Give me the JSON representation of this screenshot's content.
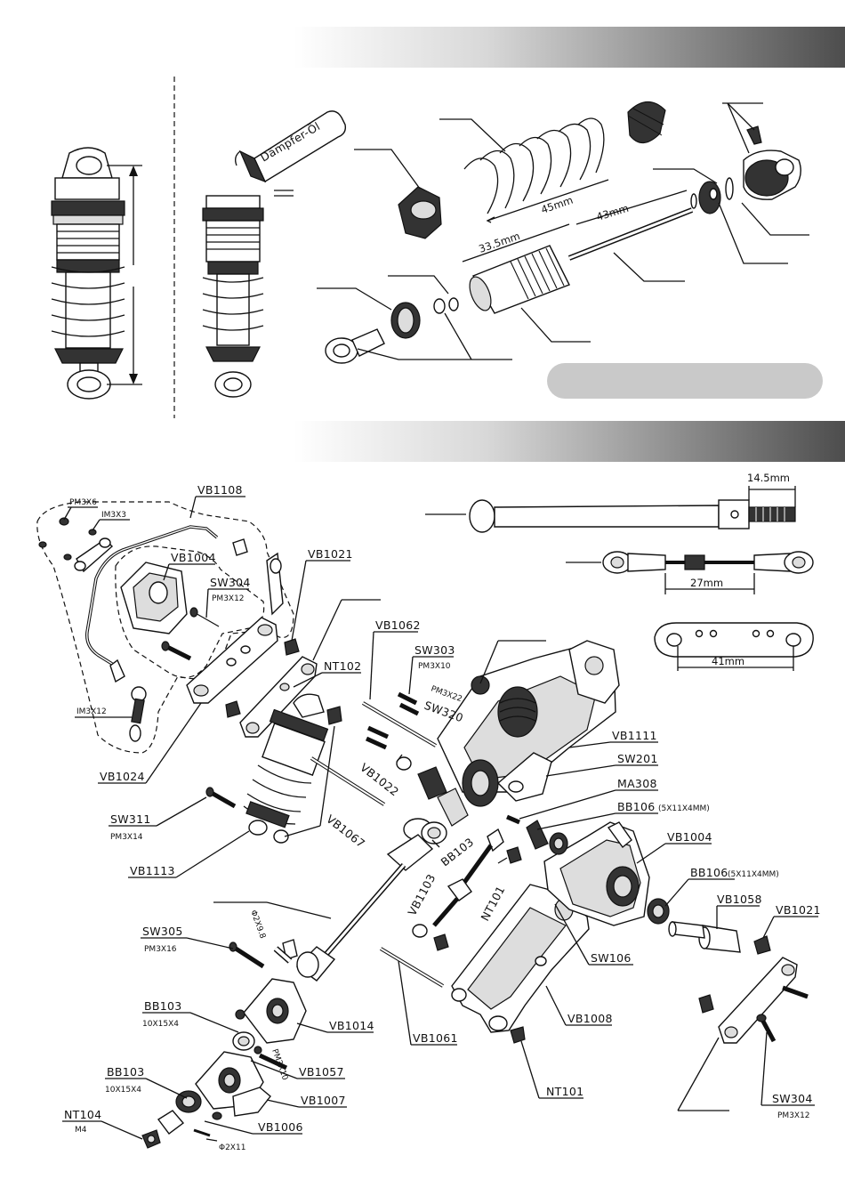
{
  "shock_section": {
    "oil_label": "Dämpfer-Öl",
    "dimensions": {
      "spring_free": "45mm",
      "shaft": "43mm",
      "body": "33.5mm"
    }
  },
  "rear_section": {
    "dimensions": {
      "driveshaft_end": "14.5mm",
      "turnbuckle": "27mm",
      "plate": "41mm"
    },
    "parts": {
      "vb1108": "VB1108",
      "pm3x6": "PM3X6",
      "im3x3": "IM3X3",
      "vb1004_left": "VB1004",
      "sw304_top": "SW304",
      "pm3x12_top": "PM3X12",
      "vb1021_top": "VB1021",
      "im3x12": "IM3X12",
      "nt102": "NT102",
      "vb1062": "VB1062",
      "sw303": "SW303",
      "pm3x10_top": "PM3X10",
      "pm3x22": "PM3X22",
      "sw320": "SW320",
      "vb1024": "VB1024",
      "vb1022": "VB1022",
      "vb1111": "VB1111",
      "sw201": "SW201",
      "ma308": "MA308",
      "bb106_top": "BB106",
      "bb106_top_size": "(5X11X4MM)",
      "sw311": "SW311",
      "pm3x14": "PM3X14",
      "vb1067": "VB1067",
      "vb1004_right": "VB1004",
      "bb103_mid": "BB103",
      "vb1113": "VB1113",
      "vb1103": "VB1103",
      "nt101_mid": "NT101",
      "bb106_bottom": "BB106",
      "bb106_bottom_size": "(5X11X4MM)",
      "vb1058": "VB1058",
      "vb1021_bottom": "VB1021",
      "phi_2x9_8": "Φ2X9.8",
      "sw305": "SW305",
      "pm3x16": "PM3X16",
      "sw106": "SW106",
      "bb103_a": "BB103",
      "bb103_a_size": "10X15X4",
      "vb1014": "VB1014",
      "vb1008": "VB1008",
      "pm3x10_bottom": "PM3X10",
      "vb1057": "VB1057",
      "vb1061": "VB1061",
      "bb103_b": "BB103",
      "bb103_b_size": "10X15X4",
      "vb1007": "VB1007",
      "nt101_bottom": "NT101",
      "nt104": "NT104",
      "m4": "M4",
      "vb1006": "VB1006",
      "phi_2x11": "Φ2X11",
      "sw304_bottom": "SW304",
      "pm3x12_bottom": "PM3X12"
    }
  }
}
